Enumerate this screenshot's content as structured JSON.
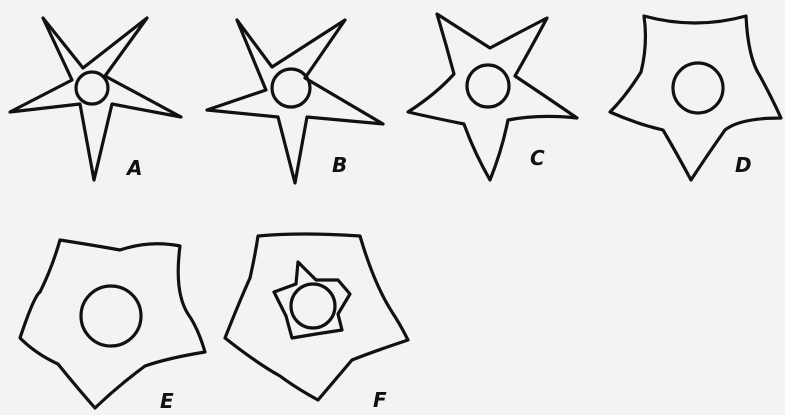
{
  "figures": [
    {
      "id": "A",
      "label": "A"
    },
    {
      "id": "B",
      "label": "B"
    },
    {
      "id": "C",
      "label": "C"
    },
    {
      "id": "D",
      "label": "D"
    },
    {
      "id": "E",
      "label": "E"
    },
    {
      "id": "F",
      "label": "F"
    }
  ],
  "colors": {
    "ink": "#111111",
    "paper": "#f3f3f1"
  }
}
